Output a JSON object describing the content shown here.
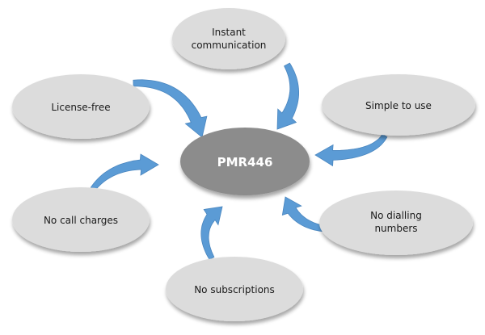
{
  "diagram": {
    "center": {
      "label": "PMR446",
      "fill": "#8c8c8c",
      "text_color": "#ffffff"
    },
    "nodes": [
      {
        "id": "instant-communication",
        "lines": [
          "Instant",
          "communication"
        ]
      },
      {
        "id": "license-free",
        "lines": [
          "License-free"
        ]
      },
      {
        "id": "simple-to-use",
        "lines": [
          "Simple to use"
        ]
      },
      {
        "id": "no-call-charges",
        "lines": [
          "No call charges"
        ]
      },
      {
        "id": "no-dialling-numbers",
        "lines": [
          "No dialling",
          "numbers"
        ]
      },
      {
        "id": "no-subscriptions",
        "lines": [
          "No subscriptions"
        ]
      }
    ],
    "colors": {
      "node_fill": "#dcdcdc",
      "arrow_fill": "#5b9bd5",
      "arrow_stroke": "#4a86bf"
    }
  }
}
